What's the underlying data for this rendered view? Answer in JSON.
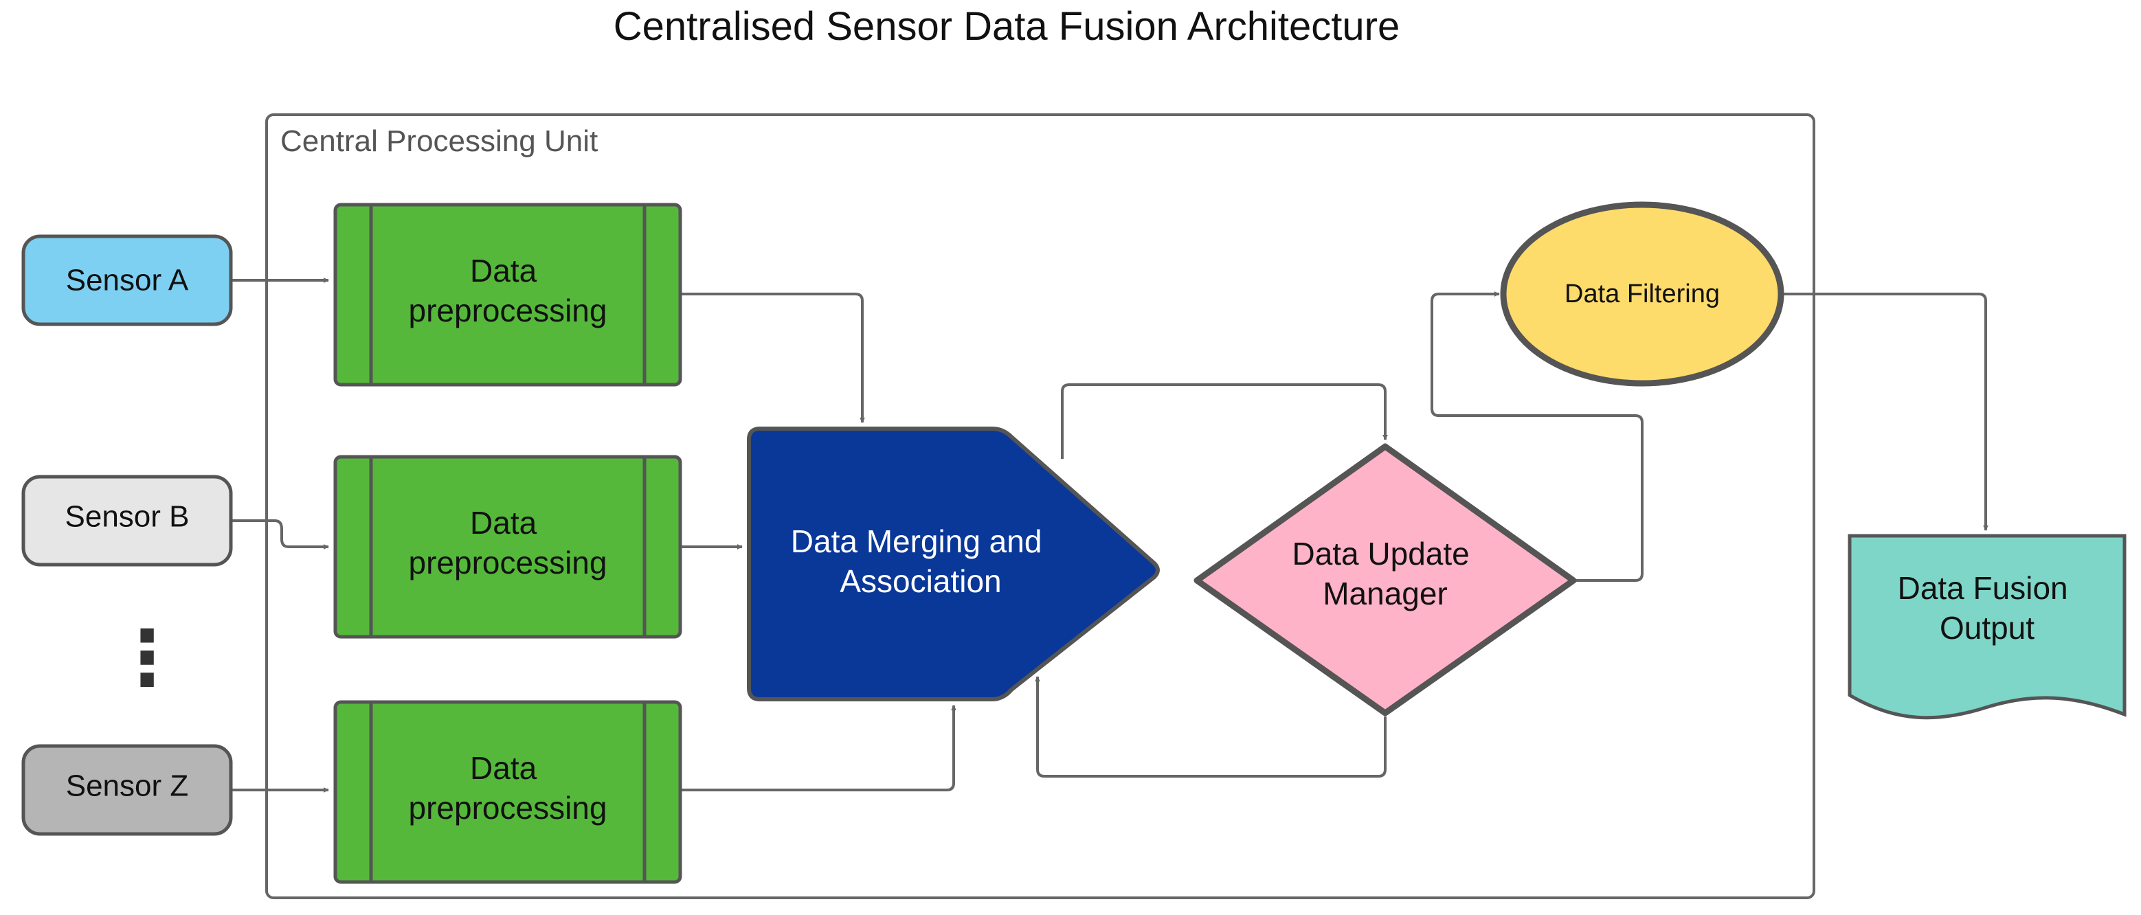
{
  "title": "Centralised Sensor Data Fusion Architecture",
  "container": {
    "label": "Central Processing Unit"
  },
  "sensors": [
    {
      "label": "Sensor A",
      "color": "#7dd0f2"
    },
    {
      "label": "Sensor B",
      "color": "#e6e6e6"
    },
    {
      "label": "Sensor Z",
      "color": "#b5b5b5"
    }
  ],
  "ellipsis": "⋮",
  "preprocessing": [
    {
      "line1": "Data",
      "line2": "preprocessing"
    },
    {
      "line1": "Data",
      "line2": "preprocessing"
    },
    {
      "line1": "Data",
      "line2": "preprocessing"
    }
  ],
  "merging": {
    "line1": "Data Merging and",
    "line2": "Association",
    "color": "#0a3899"
  },
  "update_manager": {
    "line1": "Data Update",
    "line2": "Manager",
    "color": "#ffb3c8"
  },
  "filtering": {
    "label": "Data Filtering",
    "color": "#fedc6b"
  },
  "output": {
    "line1": "Data Fusion",
    "line2": "Output",
    "color": "#7ed6c8"
  },
  "colors": {
    "preprocessing_fill": "#55b83b",
    "stroke": "#555555",
    "connector": "#666666"
  }
}
